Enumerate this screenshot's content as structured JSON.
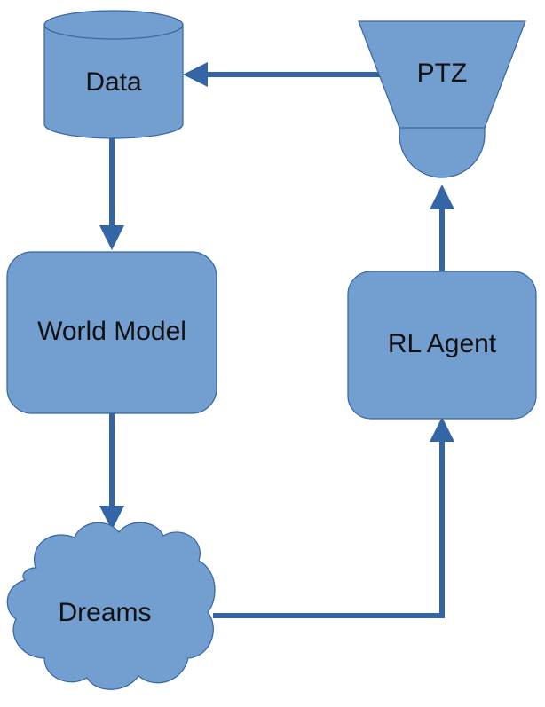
{
  "diagram": {
    "nodes": {
      "data": {
        "label": "Data",
        "shape": "database-cylinder"
      },
      "ptz": {
        "label": "PTZ",
        "shape": "ptz-camera"
      },
      "world_model": {
        "label": "World Model",
        "shape": "rounded-rectangle"
      },
      "rl_agent": {
        "label": "RL Agent",
        "shape": "rounded-rectangle"
      },
      "dreams": {
        "label": "Dreams",
        "shape": "cloud"
      }
    },
    "edges": [
      {
        "from": "Data",
        "to": "World Model"
      },
      {
        "from": "World Model",
        "to": "Dreams"
      },
      {
        "from": "Dreams",
        "to": "RL Agent"
      },
      {
        "from": "RL Agent",
        "to": "PTZ"
      },
      {
        "from": "PTZ",
        "to": "Data"
      }
    ],
    "colors": {
      "node_fill": "#729fcf",
      "node_stroke": "#3465a4",
      "arrow": "#3465a4",
      "text": "#111111"
    }
  }
}
